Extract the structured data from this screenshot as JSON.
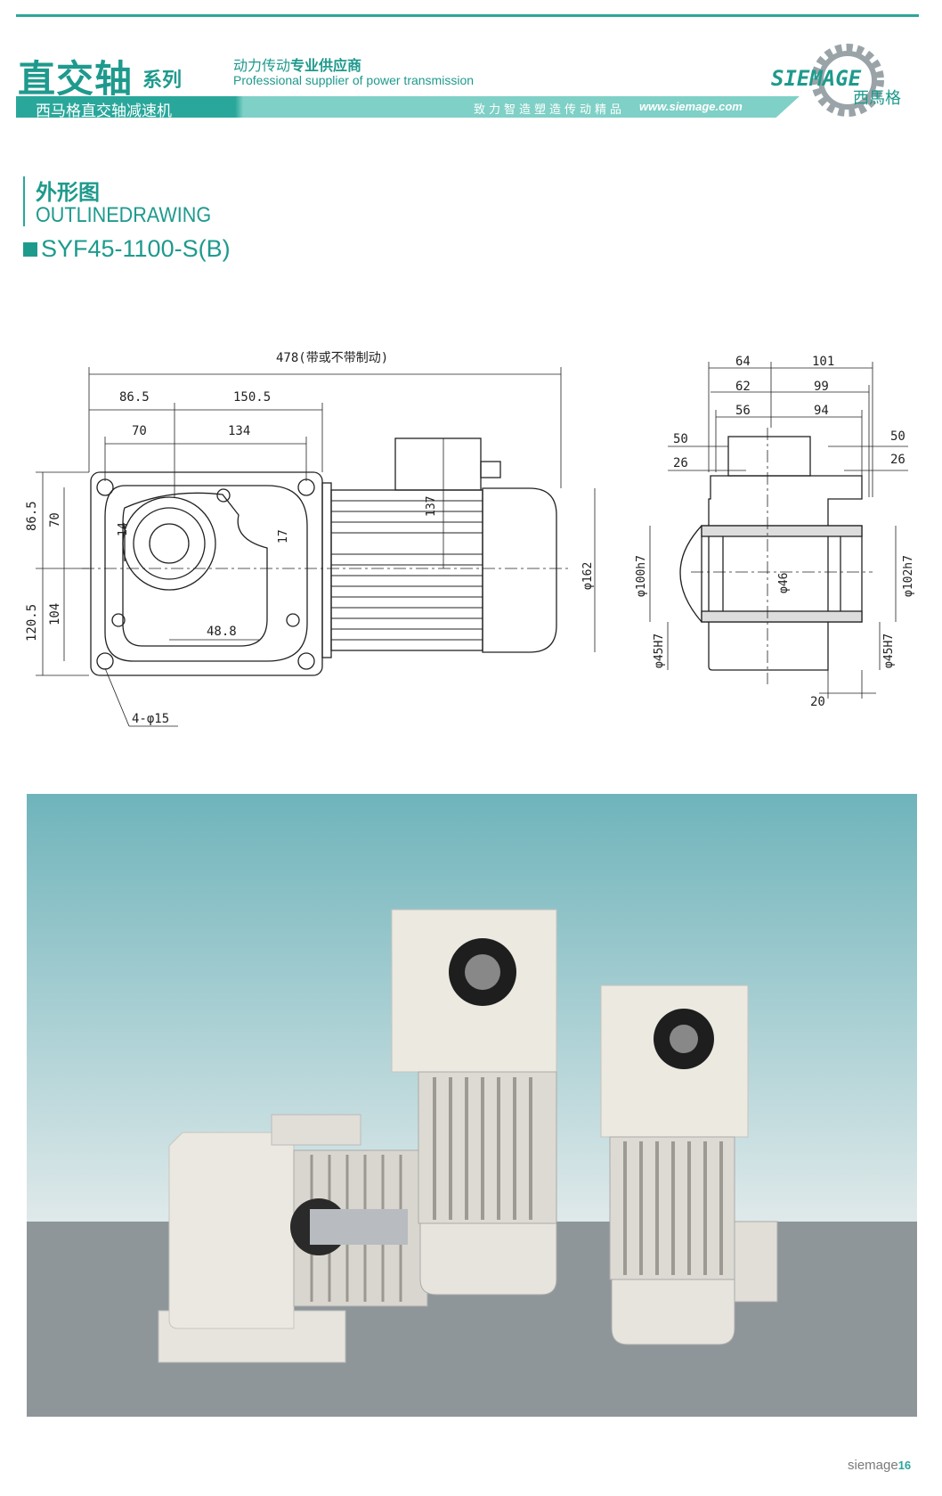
{
  "header": {
    "series_title": "直交轴",
    "series_suffix": "系列",
    "tagline_cn_prefix": "动力传动",
    "tagline_cn_bold": "专业供应商",
    "tagline_en": "Professional supplier of power transmission",
    "bar_left": "西马格直交轴减速机",
    "bar_slogan": "致力智造塑造传动精品",
    "bar_url": "www.siemage.com",
    "logo_text": "SIEMAGE",
    "logo_cn": "西馬格"
  },
  "section": {
    "title_cn": "外形图",
    "title_en": "OUTLINEDRAWING",
    "model": "SYF45-1100-S(B)"
  },
  "drawing_front": {
    "overall": "478(带或不带制动)",
    "d86_5": "86.5",
    "d150_5": "150.5",
    "d70": "70",
    "d134": "134",
    "d137": "137",
    "d14": "14",
    "d17": "17",
    "d48_8": "48.8",
    "phi162": "φ162",
    "v86_5": "86.5",
    "v70": "70",
    "v120_5": "120.5",
    "v104": "104",
    "holes": "4-φ15"
  },
  "drawing_side": {
    "d64": "64",
    "d101": "101",
    "d62": "62",
    "d99": "99",
    "d56": "56",
    "d94": "94",
    "l50": "50",
    "l26": "26",
    "r50": "50",
    "r26": "26",
    "phi100": "φ100h7",
    "phi46": "φ46",
    "phi102": "φ102h7",
    "phi45l": "φ45H7",
    "phi45r": "φ45H7",
    "d20": "20"
  },
  "footer": {
    "brand": "siemage",
    "page": "16"
  }
}
